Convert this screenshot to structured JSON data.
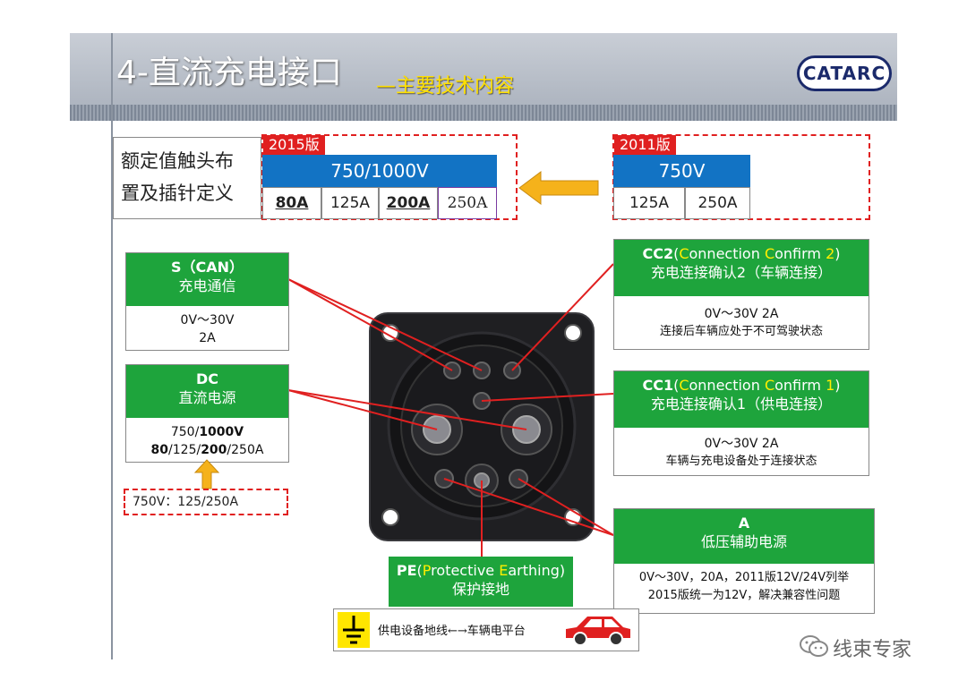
{
  "header": {
    "title": "4-直流充电接口",
    "subtitle": "—主要技术内容",
    "logo": "CATARC"
  },
  "rating": {
    "label_line1": "额定值触头布",
    "label_line2": "置及插针定义",
    "v2015": {
      "tag": "2015版",
      "voltage": "750/1000V",
      "currents": [
        "80A",
        "125A",
        "200A",
        "250A"
      ]
    },
    "v2011": {
      "tag": "2011版",
      "voltage": "750V",
      "currents": [
        "125A",
        "250A"
      ]
    }
  },
  "s_can": {
    "title": "S（CAN）",
    "subtitle": "充电通信",
    "line1": "0V～30V",
    "line2": "2A"
  },
  "dc": {
    "title": "DC",
    "subtitle": "直流电源",
    "l1a": "750/",
    "l1b": "1000V",
    "l2a": "80",
    "l2b": "/125/",
    "l2c": "200",
    "l2d": "/250A",
    "note": "750V：125/250A"
  },
  "cc2": {
    "t1": "CC2",
    "t2": "(",
    "t3": "C",
    "t4": "onnection ",
    "t5": "C",
    "t6": "onfirm ",
    "t7": "2",
    "t8": ")",
    "subtitle": "充电连接确认2（车辆连接）",
    "line1": "0V～30V 2A",
    "line2": "连接后车辆应处于不可驾驶状态"
  },
  "cc1": {
    "t1": "CC1",
    "t2": "(",
    "t3": "C",
    "t4": "onnection ",
    "t5": "C",
    "t6": "onfirm ",
    "t7": "1",
    "t8": ")",
    "subtitle": "充电连接确认1（供电连接）",
    "line1": "0V～30V 2A",
    "line2": "车辆与充电设备处于连接状态"
  },
  "a": {
    "title": "A",
    "subtitle": "低压辅助电源",
    "line1": "0V～30V，20A，2011版12V/24V列举",
    "line2": "2015版统一为12V，解决兼容性问题"
  },
  "pe": {
    "t1": "PE",
    "t2": "(",
    "t3": "P",
    "t4": "rotective ",
    "t5": "E",
    "t6": "arthing)",
    "subtitle": "保护接地",
    "footer": "供电设备地线←→车辆电平台"
  },
  "watermark": "线束专家",
  "colors": {
    "green": "#1ea43c",
    "blue": "#1273c4",
    "red": "#e02020",
    "yellow": "#f5b21b"
  }
}
